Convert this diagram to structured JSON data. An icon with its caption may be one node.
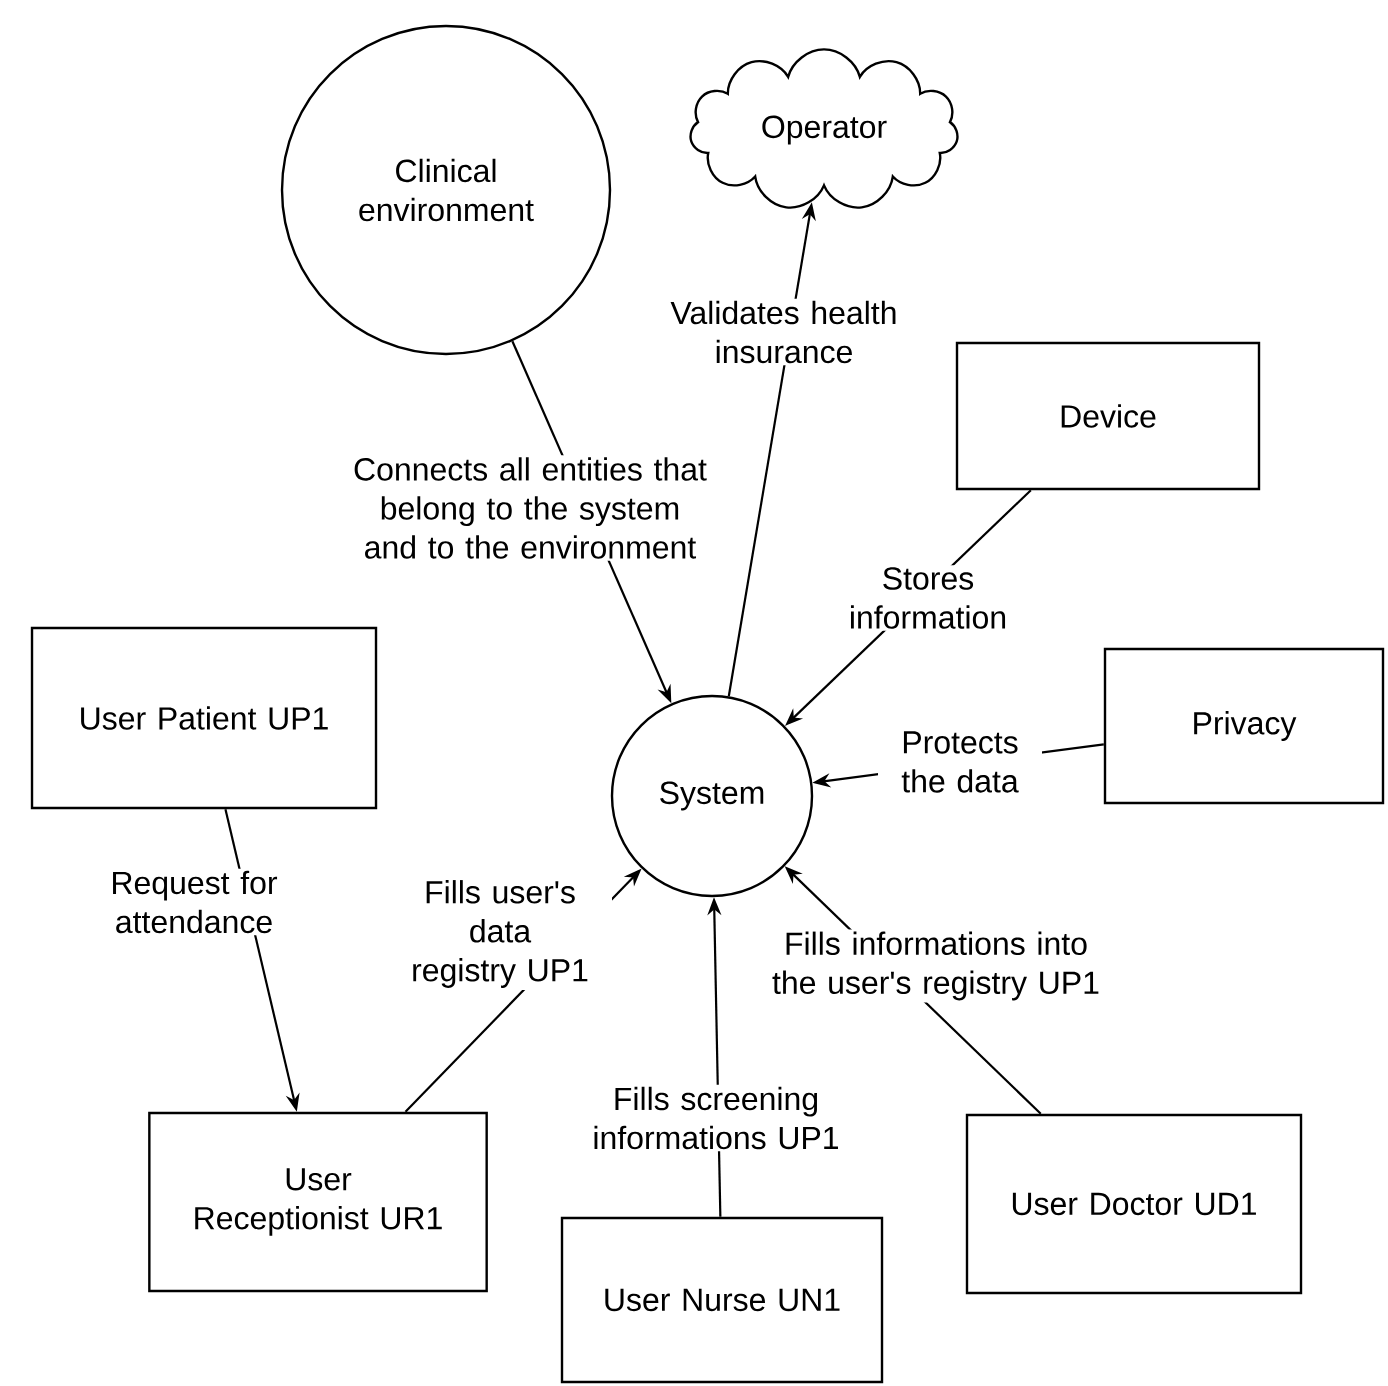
{
  "diagram": {
    "nodes": [
      {
        "text": [
          "Clinical environment"
        ]
      },
      {
        "text": [
          "Operator"
        ]
      },
      {
        "text": [
          "Device"
        ]
      },
      {
        "text": [
          "Privacy"
        ]
      },
      {
        "text": [
          "System"
        ]
      },
      {
        "text": [
          "User Patient UP1"
        ]
      },
      {
        "text": [
          "User Receptionist UR1"
        ]
      },
      {
        "text": [
          "User Nurse UN1"
        ]
      },
      {
        "text": [
          "User Doctor UD1"
        ]
      }
    ],
    "edges": [
      {
        "from": 0,
        "to": 4,
        "arrow": "to",
        "label": "Connects all entities that belong to the system and to the environment"
      },
      {
        "from": 4,
        "to": 1,
        "arrow": "to",
        "label": "Validates health insurance"
      },
      {
        "from": 2,
        "to": 4,
        "arrow": "to",
        "label": "Stores information"
      },
      {
        "from": 3,
        "to": 4,
        "arrow": "to",
        "label": "Protects the data"
      },
      {
        "from": 5,
        "to": 6,
        "arrow": "to",
        "label": "Request for attendance"
      },
      {
        "from": 6,
        "to": 4,
        "arrow": "to",
        "label": "Fills user's data registry UP1"
      },
      {
        "from": 7,
        "to": 4,
        "arrow": "to",
        "label": "Fills screening informations UP1"
      },
      {
        "from": 8,
        "to": 4,
        "arrow": "to",
        "label": "Fills informations into the user's registry UP1"
      }
    ]
  }
}
